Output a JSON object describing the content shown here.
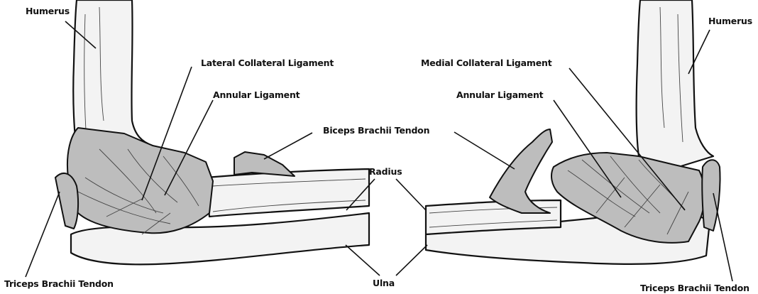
{
  "labels": {
    "humerus_left": "Humerus",
    "humerus_right": "Humerus",
    "lateral_collateral": "Lateral Collateral Ligament",
    "medial_collateral": "Medial Collateral Ligament",
    "annular_left": "Annular Ligament",
    "annular_right": "Annular Ligament",
    "biceps": "Biceps Brachii Tendon",
    "radius": "Radius",
    "ulna": "Ulna",
    "triceps_left": "Triceps Brachii Tendon",
    "triceps_right": "Triceps Brachii Tendon"
  }
}
